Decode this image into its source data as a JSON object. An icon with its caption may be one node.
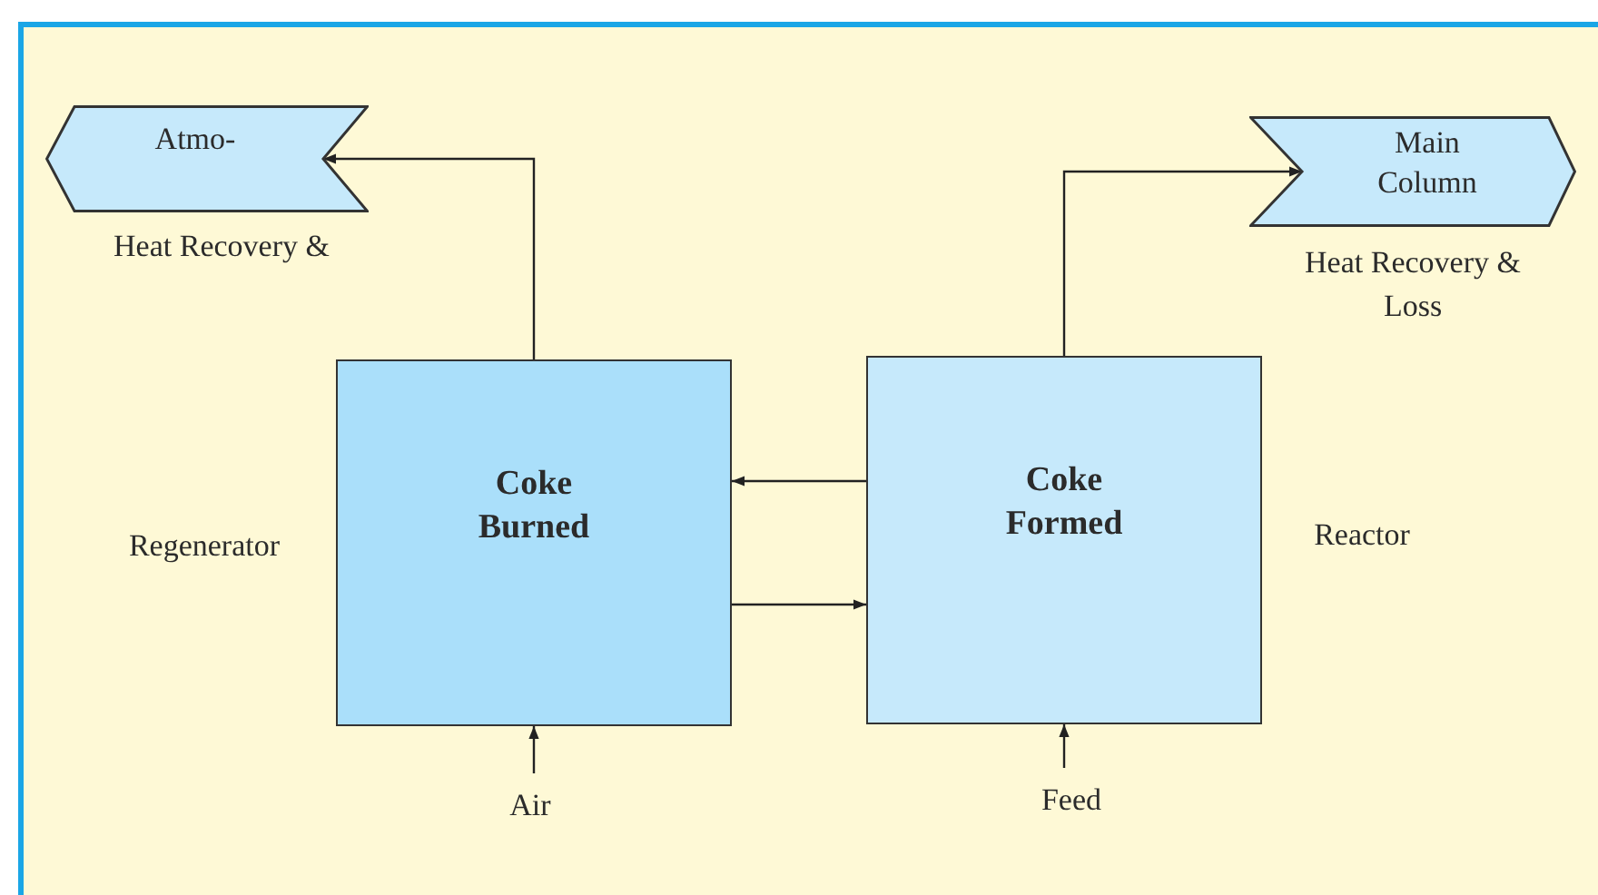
{
  "diagram": {
    "nodes": [
      {
        "text": [
          "Atmo-"
        ],
        "beside": [
          "Heat Recovery &"
        ]
      },
      {
        "text": [
          "Main Column"
        ],
        "beside": [
          "Heat Recovery & Loss"
        ]
      },
      {
        "text": [
          "**Coke Burne**d"
        ],
        "beside": [
          "Regenerator"
        ]
      },
      {
        "text": [
          "Coke Formed"
        ],
        "beside": [
          "Reactor"
        ]
      },
      {
        "text": [
          "Air"
        ]
      },
      {
        "text": [
          "Feed"
        ]
      }
    ],
    "edges": [
      {
        "from": 2,
        "to": 0,
        "arrow": "to"
      },
      {
        "from": 3,
        "to": 1,
        "arrow": "to"
      },
      {
        "from": 3,
        "to": 2,
        "arrow": "to"
      },
      {
        "from": 2,
        "to": 3,
        "arrow": "to"
      },
      {
        "from": 4,
        "to": 2,
        "arrow": "to"
      },
      {
        "from": 5,
        "to": 3,
        "arrow": "to"
      }
    ]
  }
}
